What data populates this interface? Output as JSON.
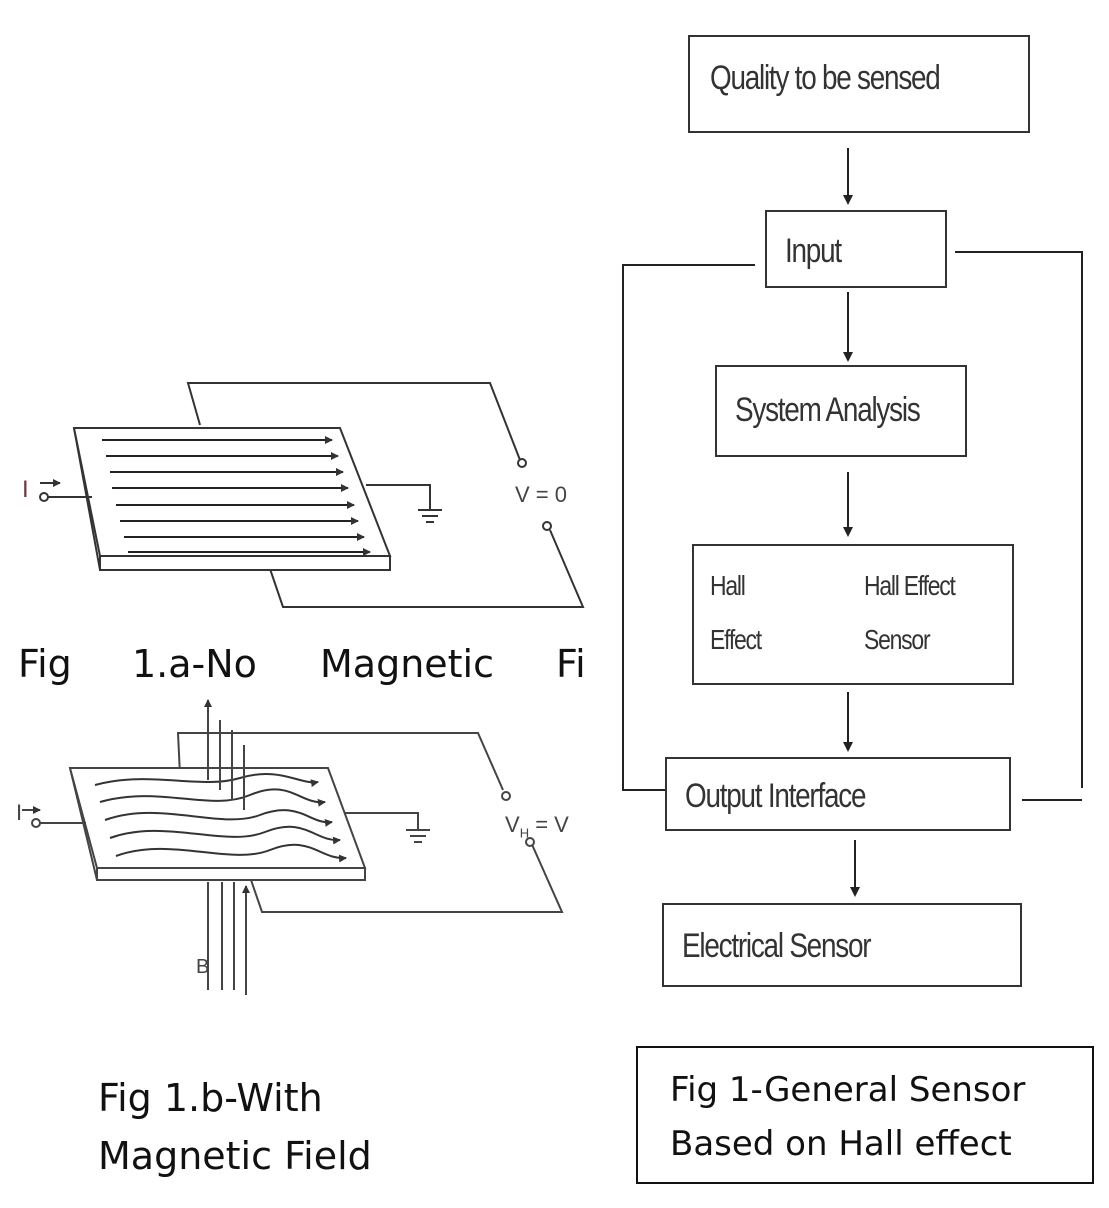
{
  "flowchart": {
    "quality": "Quality to be sensed",
    "input": "Input",
    "system_analysis": "System Analysis",
    "hall_left_1": "Hall",
    "hall_left_2": "Effect",
    "hall_right_1": "Hall Effect",
    "hall_right_2": "Sensor",
    "output_interface": "Output Interface",
    "electrical_sensor": "Electrical Sensor"
  },
  "fig1a": {
    "current_label": "I",
    "voltage_label": "V = 0",
    "caption_words": [
      "Fig",
      "1.a-No",
      "Magnetic",
      "Fi"
    ]
  },
  "fig1b": {
    "current_label": "I",
    "voltage_label": "V",
    "voltage_sub": "H",
    "voltage_eq": "= V",
    "field_label": "B",
    "caption_line1": "Fig 1.b-With",
    "caption_line2": "Magnetic Field"
  },
  "caption_main": {
    "line1": "Fig 1-General Sensor",
    "line2": "Based on Hall effect"
  }
}
